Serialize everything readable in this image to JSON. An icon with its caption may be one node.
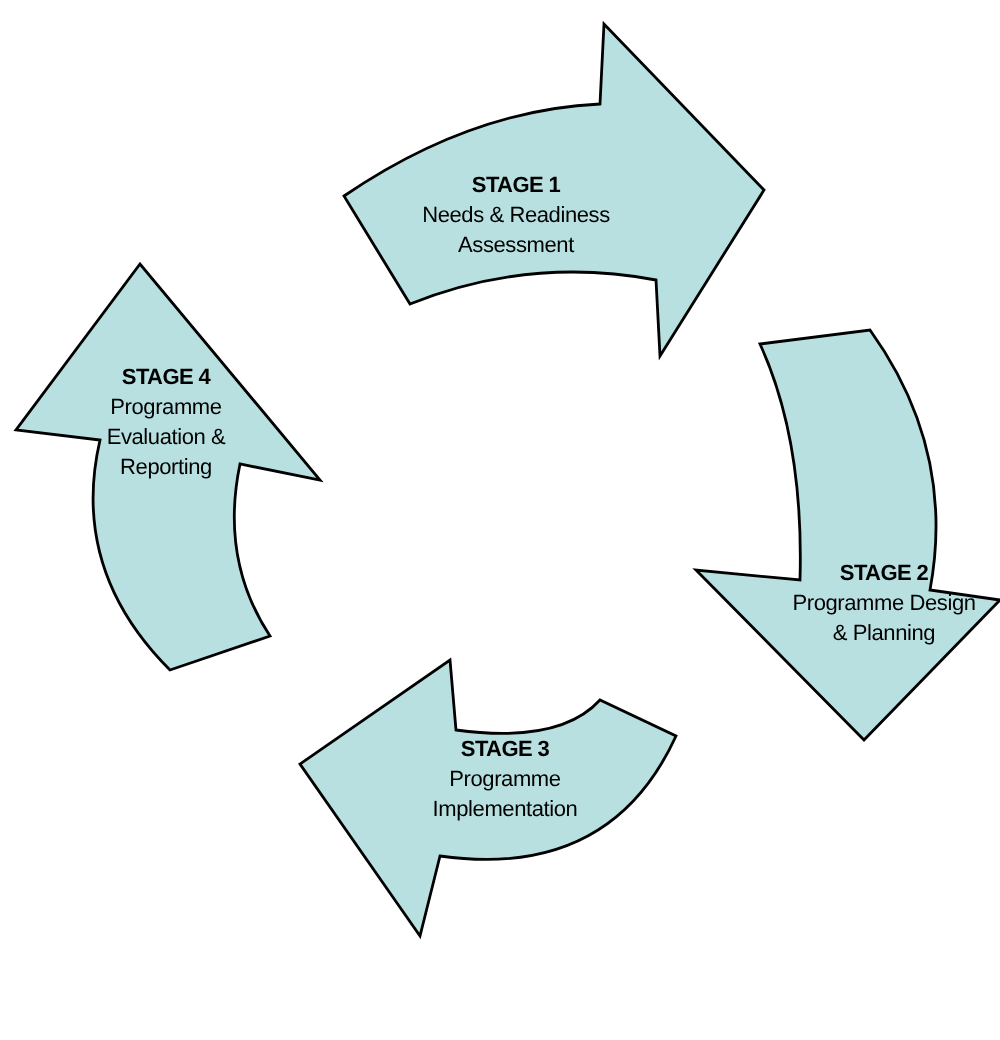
{
  "diagram": {
    "nodes": [
      {
        "text": [
          "STAGE 1",
          "Needs & Readiness Assessment"
        ]
      },
      {
        "text": [
          "STAGE 2",
          "Programme Design & Planning"
        ]
      },
      {
        "text": [
          "STAGE 3",
          "Programme Implementation"
        ]
      },
      {
        "text": [
          "STAGE 4",
          "Programme Evaluation & Reporting"
        ]
      }
    ]
  }
}
